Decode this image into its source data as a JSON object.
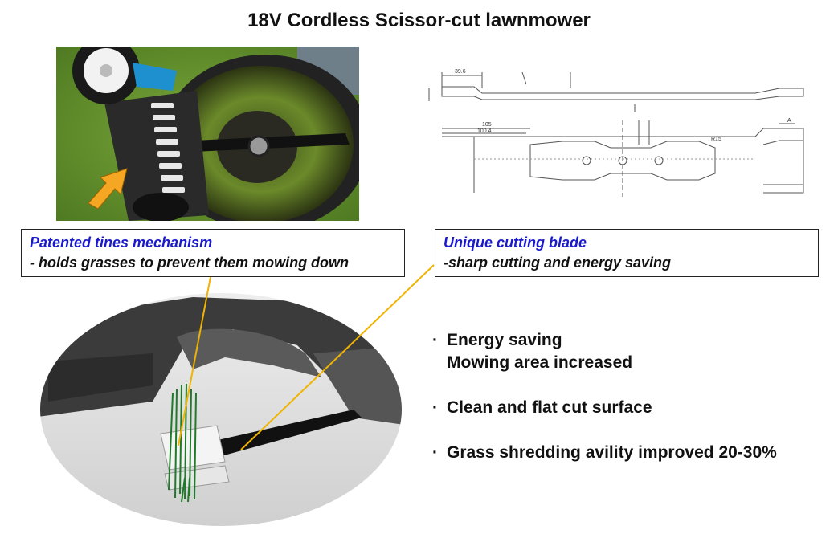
{
  "title": "18V Cordless Scissor-cut lawnmower",
  "callouts": [
    {
      "head": "Patented tines mechanism",
      "sub": "- holds grasses to prevent them mowing down"
    },
    {
      "head": "Unique cutting blade",
      "sub": "-sharp cutting and energy saving"
    }
  ],
  "bullets": [
    {
      "lines": [
        "Energy saving",
        "Mowing area increased"
      ]
    },
    {
      "lines": [
        "Clean and flat cut surface"
      ]
    },
    {
      "lines": [
        "Grass shredding avility improved 20-30%"
      ]
    }
  ],
  "drawing_labels": {
    "dim1": "39.6",
    "dim2": "105",
    "dim3": "100.4",
    "dim4": "R15",
    "dim5": "A"
  },
  "colors": {
    "callout_head": "#1a1acc",
    "leader_line": "#f0b400",
    "arrow": "#f5a623",
    "grass": "#2e7d32"
  },
  "icons": {
    "pointer_arrow": "arrow-icon"
  }
}
